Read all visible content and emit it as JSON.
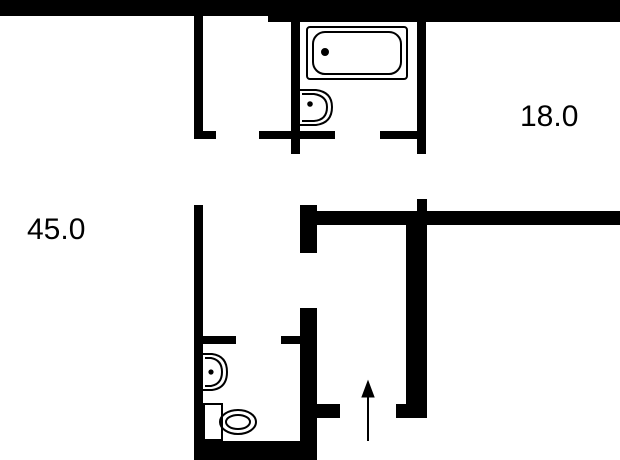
{
  "floor_plan": {
    "rooms": [
      {
        "id": "left-room",
        "area": "45.0"
      },
      {
        "id": "right-room",
        "area": "18.0"
      }
    ],
    "fixtures": [
      "bathtub",
      "washbasin",
      "washbasin",
      "toilet"
    ],
    "entrance_arrow": "up",
    "colors": {
      "walls": "#000000",
      "background": "#ffffff"
    }
  }
}
